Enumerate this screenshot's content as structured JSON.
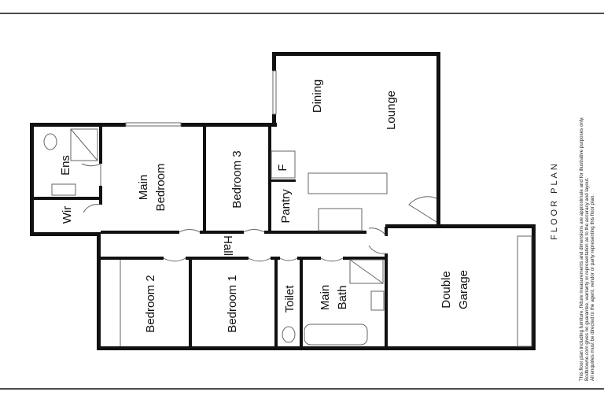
{
  "title": "FLOOR PLAN",
  "rooms": {
    "ens": "Ens",
    "wir": "Wir",
    "main_bedroom": [
      "Main",
      "Bedroom"
    ],
    "bedroom3": "Bedroom 3",
    "fridge": "F",
    "pantry": "Pantry",
    "dining": "Dining",
    "lounge": "Lounge",
    "hall": "Hall",
    "bedroom2": "Bedroom 2",
    "bedroom1": "Bedroom 1",
    "toilet": "Toilet",
    "main_bath": [
      "Main",
      "Bath"
    ],
    "double_garage": [
      "Double",
      "Garage"
    ]
  },
  "disclaimer": [
    "This floor plan including furniture, fixture measurements and dimensions are approximate and for illustrative purposes only.",
    "Bodbrowne.com gives no guarantee, warranty or representation as to the accuracy and layout.",
    "All enquiries must be directed to the agent, vendor or party representing this floor plan."
  ]
}
